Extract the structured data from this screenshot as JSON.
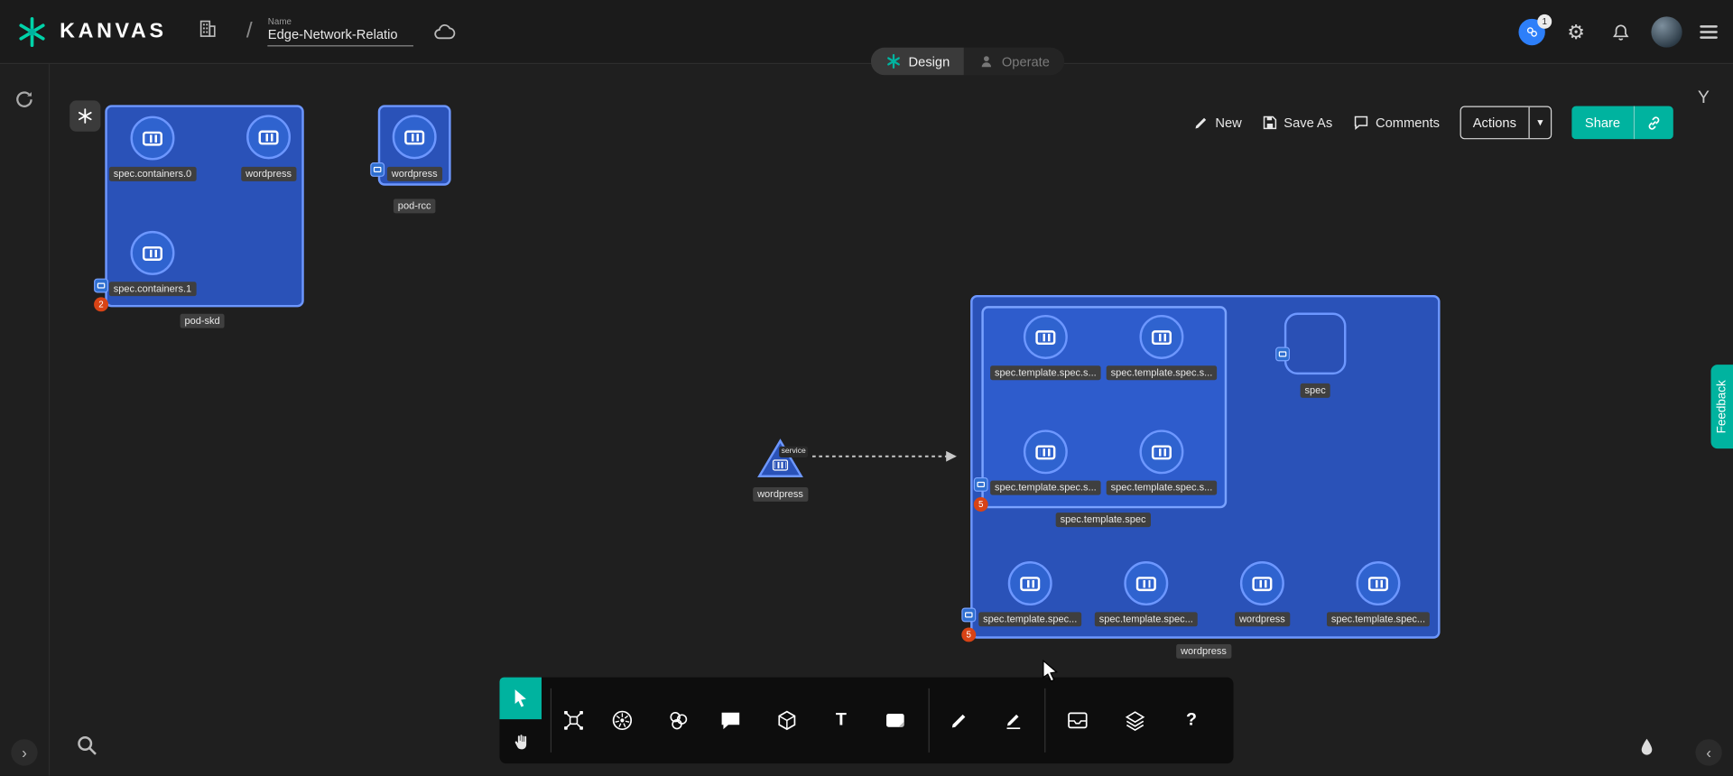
{
  "header": {
    "logo_text": "KANVAS",
    "breadcrumb_separator": "/",
    "name_label": "Name",
    "design_name": "Edge-Network-Relatio",
    "notification_count": "1"
  },
  "tabs": {
    "design": "Design",
    "operate": "Operate"
  },
  "actions": {
    "new": "New",
    "save_as": "Save As",
    "comments": "Comments",
    "actions": "Actions",
    "share": "Share"
  },
  "side": {
    "flow_glyph": "Y"
  },
  "feedback": {
    "label": "Feedback"
  },
  "toolbar": {
    "text_tool": "T",
    "help_tool": "?"
  },
  "canvas": {
    "pod_skd": {
      "label": "pod-skd",
      "badge": "2",
      "nodes": [
        {
          "label": "spec.containers.0"
        },
        {
          "label": "wordpress"
        },
        {
          "label": "spec.containers.1"
        }
      ]
    },
    "pod_rcc": {
      "label": "pod-rcc",
      "nodes": [
        {
          "label": "wordpress"
        }
      ]
    },
    "service": {
      "label": "wordpress",
      "edge_label": "service"
    },
    "wp_group": {
      "label": "wordpress",
      "badge": "5",
      "template_group": {
        "label": "spec.template.spec",
        "badge": "5",
        "nodes": [
          {
            "label": "spec.template.spec.s..."
          },
          {
            "label": "spec.template.spec.s..."
          },
          {
            "label": "spec.template.spec.s..."
          },
          {
            "label": "spec.template.spec.s..."
          }
        ]
      },
      "spec_node": {
        "label": "spec"
      },
      "bottom_nodes": [
        {
          "label": "spec.template.spec..."
        },
        {
          "label": "spec.template.spec..."
        },
        {
          "label": "wordpress"
        },
        {
          "label": "spec.template.spec..."
        }
      ]
    }
  },
  "colors": {
    "accent": "#00b39f",
    "group_fill": "#2a52b8",
    "group_border": "#6d97ff",
    "node_fill": "#2f63cf",
    "badge_orange": "#d84315",
    "header_bg": "#1b1b1b",
    "canvas_bg": "#1f1f1f"
  }
}
